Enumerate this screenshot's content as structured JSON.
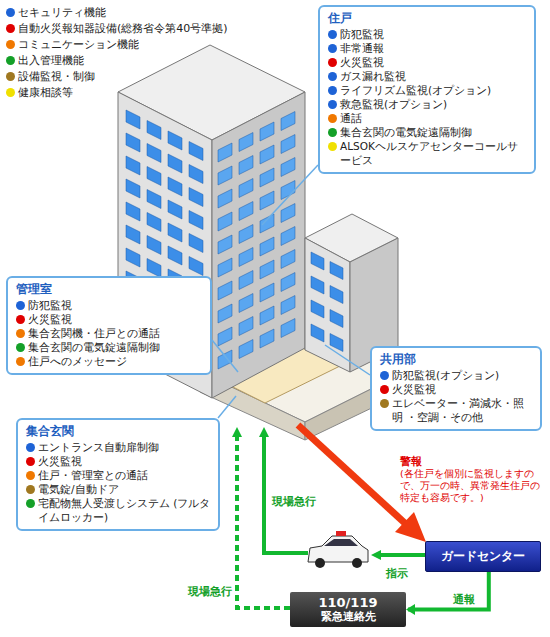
{
  "diagram": {
    "nodes": [
      {
        "text": [
          "住戸",
          "防犯監視",
          "非常通報",
          "火災監視",
          "ガス漏れ監視",
          "ライフリズム監視(オプション)",
          "救急監視(オプション)",
          "通話",
          "集合玄関の電気錠遠隔制御",
          "ALSOKヘルスケアセンターコールサービス"
        ]
      },
      {
        "text": [
          "管理室",
          "防犯監視",
          "火災監視",
          "集合玄関機・住戸との通話",
          "集合玄関の電気錠遠隔制御",
          "住戸へのメッセージ"
        ]
      },
      {
        "text": [
          "共用部",
          "防犯監視(オプション)",
          "火災監視",
          "エレベーター・満減水・照明 ・空調・その他"
        ]
      },
      {
        "text": [
          "集合玄関",
          "エントランス自動扉制御",
          "火災監視",
          "住戸・管理室との通話",
          "電気錠/自動ドア",
          "宅配物無人受渡しシステム (フルタイムロッカー)"
        ]
      },
      {
        "text": [
          "ガードセンター"
        ]
      },
      {
        "text": [
          "110/119",
          "緊急連絡先"
        ]
      }
    ],
    "edges": [
      {
        "from": 4,
        "to": 5,
        "label": "通報",
        "arrow": "to"
      }
    ],
    "labels": [
      "警報",
      "(各住戸を個別に監視しますので、万一の時、異常発生住戸の特定も容易です。)",
      "指示",
      "現場急行",
      "現場急行"
    ],
    "legend": [
      {
        "text": "セキュリティ機能",
        "color": "#1e63d6"
      },
      {
        "text": "自動火災報知器設備(総務省令第40号準拠)",
        "color": "#e00000"
      },
      {
        "text": "コミュニケーション機能",
        "color": "#f07800"
      },
      {
        "text": "出入管理機能",
        "color": "#14a028"
      },
      {
        "text": "設備監視・制御",
        "color": "#a07820"
      },
      {
        "text": "健康相談等",
        "color": "#f0e000"
      }
    ]
  }
}
